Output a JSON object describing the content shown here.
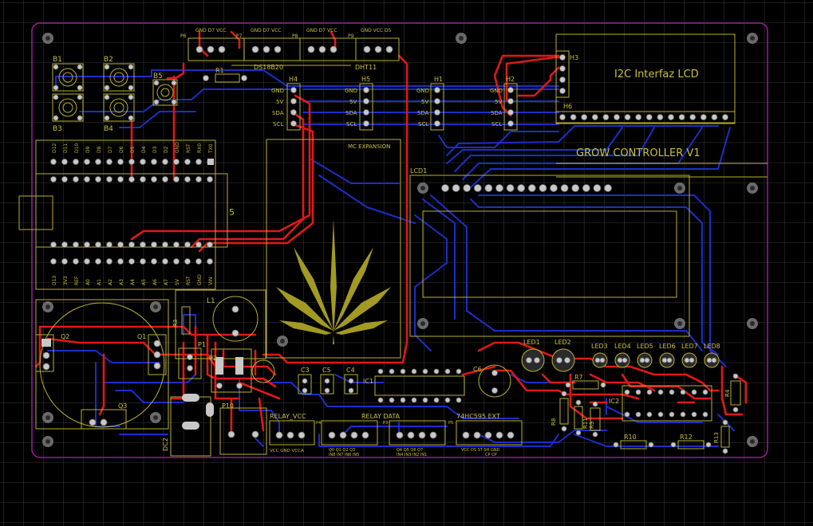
{
  "board": {
    "title": "GROW CONTROLLER V1",
    "lcd_label": "I2C Interfaz LCD",
    "mc_label": "MC EXPANSION",
    "lcd1_label": "LCD1"
  },
  "sensors": [
    {
      "ref": "P6",
      "pins": "GND  D7  VCC"
    },
    {
      "ref": "P7",
      "pins": "GND  D7  VCC"
    },
    {
      "ref": "P8",
      "pins": "GND  D7  VCC"
    },
    {
      "ref": "P9",
      "pins": "GND VCC  D5"
    }
  ],
  "sensor_names": {
    "ds": "DS18B20",
    "dht": "DHT11"
  },
  "i2c_headers": [
    {
      "ref": "H4",
      "pins": [
        "GND",
        "5V",
        "SDA",
        "SCL"
      ]
    },
    {
      "ref": "H5",
      "pins": [
        "GND",
        "5V",
        "SDA",
        "SCL"
      ]
    },
    {
      "ref": "H1",
      "pins": [
        "GND",
        "5V",
        "SDA",
        "SCL"
      ]
    },
    {
      "ref": "H2",
      "pins": [
        "GND",
        "5V",
        "SDA",
        "SCL"
      ]
    }
  ],
  "buttons": [
    "B1",
    "B2",
    "B3",
    "B4",
    "B5"
  ],
  "refs": {
    "r1": "R1",
    "h3": "H3",
    "h6": "H6",
    "l1": "L1",
    "q1": "Q1",
    "q2": "Q2",
    "q3": "Q3",
    "r3": "R3",
    "p1": "P1",
    "p2": "P2",
    "p10": "P10",
    "dc2": "DC2",
    "c3": "C3",
    "c4": "C4",
    "c5": "C5",
    "c6": "C6",
    "ic1": "IC1",
    "ic2": "IC2",
    "r4": "R4",
    "r7": "R7",
    "r8": "R8",
    "r9": "R9",
    "r10": "R10",
    "r11": "R11",
    "r12": "R12",
    "r13": "R13",
    "p3": "P3",
    "p4": "P4",
    "p5": "P5",
    "five": "5"
  },
  "arduino_top": [
    "D12",
    "D11",
    "D10",
    "D9",
    "D8",
    "D7",
    "D6",
    "D5",
    "D4",
    "D3",
    "D2",
    "GND",
    "RST",
    "RX0",
    "TX0"
  ],
  "arduino_bottom": [
    "D13",
    "3V3",
    "REF",
    "A0",
    "A1",
    "A2",
    "A3",
    "A4",
    "A5",
    "A6",
    "A7",
    "5V",
    "RST",
    "GND",
    "VIN"
  ],
  "connectors": {
    "relay_vcc": {
      "title": "RELAY_VCC",
      "pins": "VCC GND VCCA"
    },
    "relay_data": {
      "title": "RELAY DATA",
      "pins1": "Q0  Q1  Q2  Q3",
      "pins2": "IN8 IN7 IN6 IN5",
      "pins3": "Q4  Q5  Q6  Q7",
      "pins4": "IN4 IN3 IN2 IN1"
    },
    "ext": {
      "title": "74HC595 EXT",
      "pins": "VCC DS  ST  SH  GND",
      "pins2": "CP  CP"
    }
  },
  "leds": [
    "LED1",
    "LED2",
    "LED3",
    "LED4",
    "LED5",
    "LED6",
    "LED7",
    "LED8"
  ],
  "colors": {
    "silk": "#b8b034",
    "top": "#e01818",
    "bottom": "#1c2ec8",
    "outline": "#9a1a9a",
    "grid": "#3a3a3a",
    "leaf": "#a29a22"
  }
}
